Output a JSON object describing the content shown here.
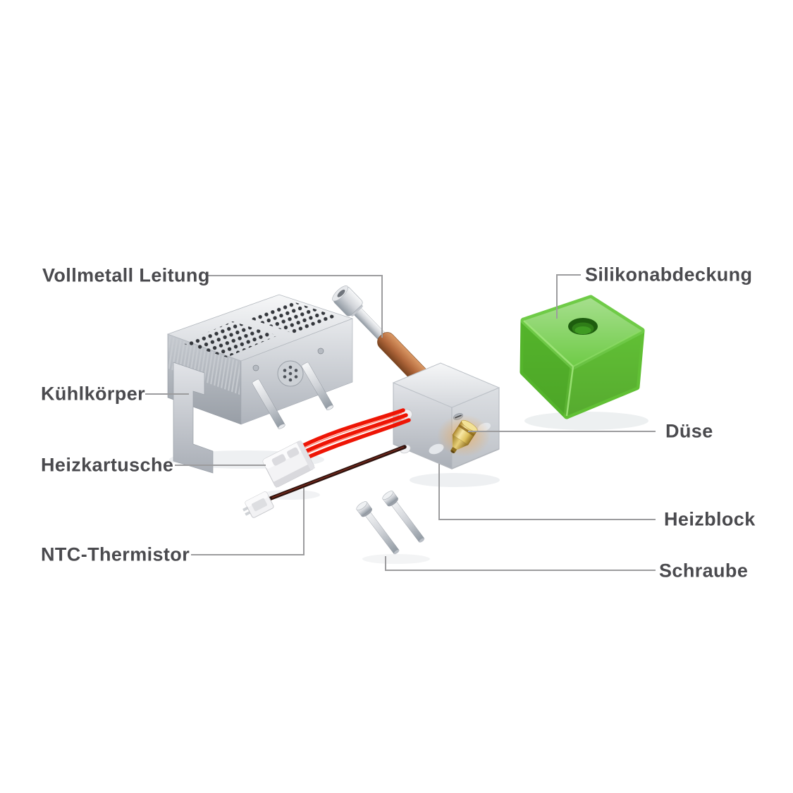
{
  "diagram": {
    "title": "Hotend exploded parts diagram",
    "labels": {
      "vollmetall_leitung": "Vollmetall Leitung",
      "kuehlkoerper": "Kühlkörper",
      "heizkartusche": "Heizkartusche",
      "ntc_thermistor": "NTC-Thermistor",
      "silikonabdeckung": "Silikonabdeckung",
      "duese": "Düse",
      "heizblock": "Heizblock",
      "schraube": "Schraube"
    },
    "colors": {
      "background": "#ffffff",
      "label_text": "#4a4a4e",
      "leader_line": "#9c9c9e",
      "silicone_cover_top": "#6fcb47",
      "silicone_cover_left": "#54b42b",
      "silicone_cover_right": "#61c035",
      "silicone_hole_dark": "#1d5c0e",
      "heater_wire_red": "#ee1505",
      "thermistor_wire_brown": "#2e130e",
      "copper_sleeve": "#a2592e",
      "brass_nozzle": "#d7b44c",
      "metal_light": "#e9ebee",
      "metal_dark": "#9aa0a8"
    }
  }
}
